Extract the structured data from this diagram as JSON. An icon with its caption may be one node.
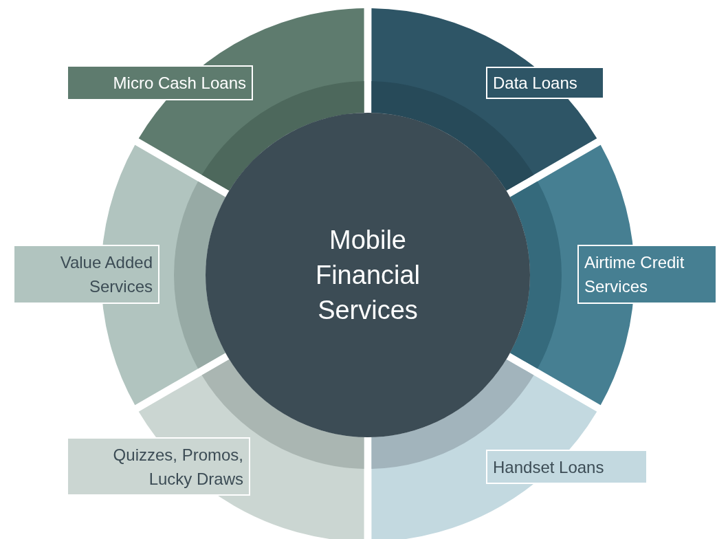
{
  "diagram": {
    "nodes": [
      {
        "text": [
          "Mobile Financial Services"
        ]
      },
      {
        "text": [
          "Micro Cash Loans"
        ]
      },
      {
        "text": [
          "Data Loans"
        ]
      },
      {
        "text": [
          "Value Added Services"
        ]
      },
      {
        "text": [
          "Airtime Credit Services"
        ]
      },
      {
        "text": [
          "Quizzes, Promos, Lucky Draws"
        ]
      },
      {
        "text": [
          "Handset Loans"
        ]
      }
    ]
  }
}
